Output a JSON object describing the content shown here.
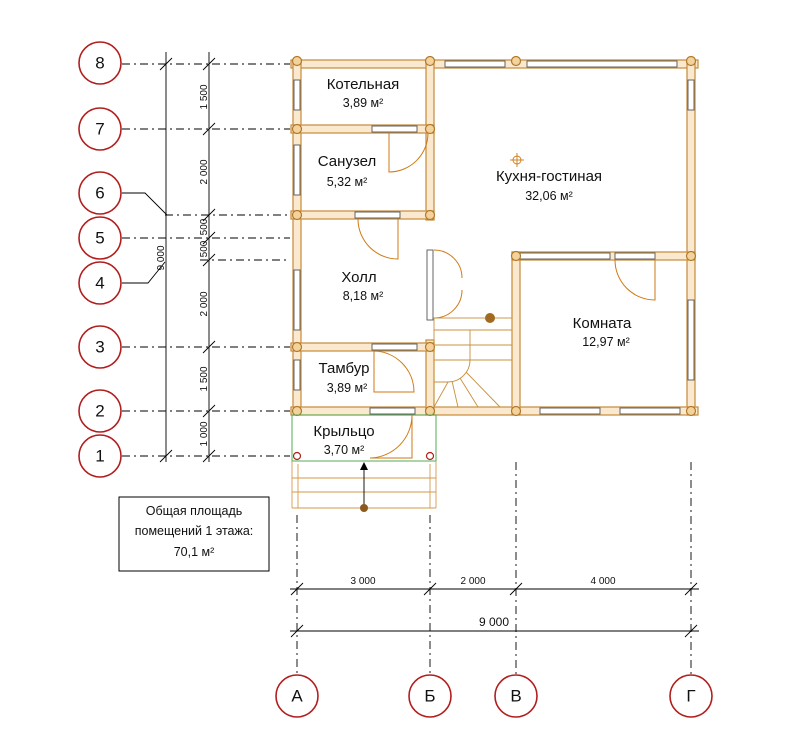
{
  "rows": [
    {
      "id": "8",
      "label": "8"
    },
    {
      "id": "7",
      "label": "7"
    },
    {
      "id": "6",
      "label": "6"
    },
    {
      "id": "5",
      "label": "5"
    },
    {
      "id": "4",
      "label": "4"
    },
    {
      "id": "3",
      "label": "3"
    },
    {
      "id": "2",
      "label": "2"
    },
    {
      "id": "1",
      "label": "1"
    }
  ],
  "columns": [
    {
      "id": "A",
      "label": "А"
    },
    {
      "id": "B",
      "label": "Б"
    },
    {
      "id": "V",
      "label": "В"
    },
    {
      "id": "G",
      "label": "Г"
    }
  ],
  "vertical_dims": {
    "segments": [
      "1 500",
      "2 000",
      "500",
      "500",
      "2 000",
      "1 500",
      "1 000"
    ],
    "total": "9 000"
  },
  "horizontal_dims": {
    "segments": [
      "3 000",
      "2 000",
      "4 000"
    ],
    "total": "9 000"
  },
  "rooms": [
    {
      "name": "Котельная",
      "area": "3,89 м²"
    },
    {
      "name": "Санузел",
      "area": "5,32 м²"
    },
    {
      "name": "Кухня-гостиная",
      "area": "32,06 м²"
    },
    {
      "name": "Холл",
      "area": "8,18 м²"
    },
    {
      "name": "Комната",
      "area": "12,97 м²"
    },
    {
      "name": "Тамбур",
      "area": "3,89 м²"
    },
    {
      "name": "Крыльцо",
      "area": "3,70 м²"
    }
  ],
  "summary": {
    "line1": "Общая площадь",
    "line2": "помещений 1 этажа:",
    "line3": "70,1 м²"
  },
  "colors": {
    "axis_circle": "#b21e1e",
    "wall": "#fbe9cf",
    "door": "#d07a14"
  }
}
